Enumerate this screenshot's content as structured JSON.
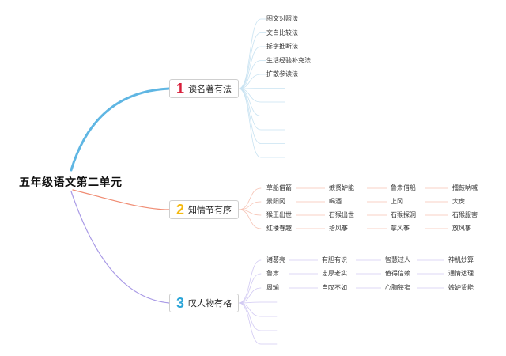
{
  "root": {
    "title": "五年级语文第二单元"
  },
  "branches": [
    {
      "number": "1",
      "label": "读名著有法",
      "colors": {
        "line": "#5fb6e3",
        "number": "#d81e3a"
      },
      "items": [
        "图文对照法",
        "文白比较法",
        "拆字推断法",
        "生活经验补充法",
        "扩散参读法"
      ],
      "empty_slots": 6
    },
    {
      "number": "2",
      "label": "知情节有序",
      "colors": {
        "line": "#f08c73",
        "number": "#f5b90f"
      },
      "rows": [
        [
          "草船借箭",
          "嫉贤妒能",
          "鲁肃借船",
          "擂鼓呐喊"
        ],
        [
          "景阳冈",
          "喝酒",
          "上冈",
          "大虎"
        ],
        [
          "猴王出世",
          "石猴出世",
          "石猴探洞",
          "石猴服害"
        ],
        [
          "红楼春趣",
          "拾风筝",
          "拿风筝",
          "放风筝"
        ]
      ]
    },
    {
      "number": "3",
      "label": "叹人物有格",
      "colors": {
        "line": "#a99ae6",
        "number": "#2aa5d8"
      },
      "rows": [
        [
          "诸葛亮",
          "有胆有识",
          "智慧过人",
          "神机妙算"
        ],
        [
          "鲁肃",
          "忠厚老实",
          "值得信赖",
          "通情达理"
        ],
        [
          "周瑜",
          "自叹不如",
          "心胸狭窄",
          "嫉妒贤能"
        ]
      ],
      "empty_slots": 4
    }
  ]
}
